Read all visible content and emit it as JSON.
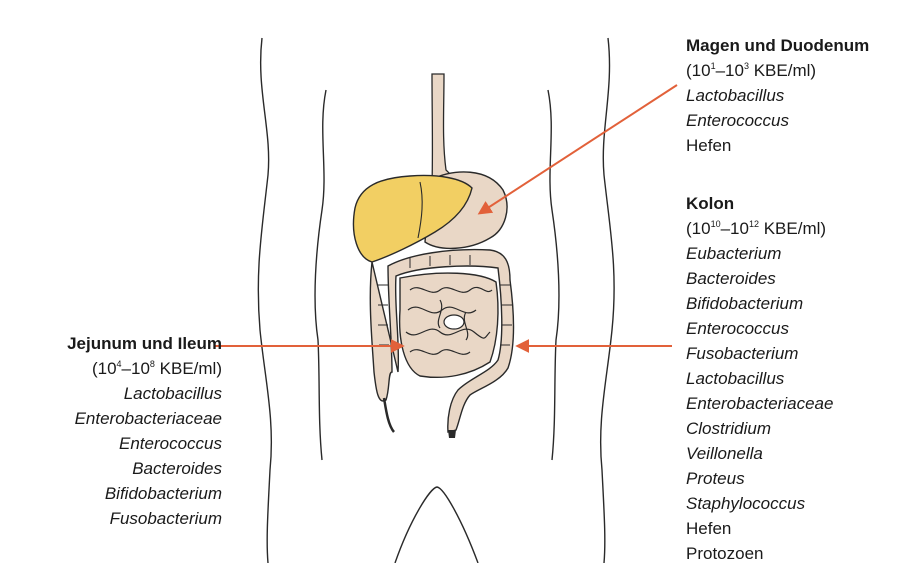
{
  "regions": {
    "magen": {
      "title": "Magen und Duodenum",
      "count_prefix": "(10",
      "count_exp1": "1",
      "count_mid": "–10",
      "count_exp2": "3",
      "count_suffix": " KBE/ml)",
      "taxa": [
        {
          "name": "Lactobacillus",
          "italic": true
        },
        {
          "name": "Enterococcus",
          "italic": true
        },
        {
          "name": "Hefen",
          "italic": false
        }
      ]
    },
    "kolon": {
      "title": "Kolon",
      "count_prefix": "(10",
      "count_exp1": "10",
      "count_mid": "–10",
      "count_exp2": "12",
      "count_suffix": " KBE/ml)",
      "taxa": [
        {
          "name": "Eubacterium",
          "italic": true
        },
        {
          "name": "Bacteroides",
          "italic": true
        },
        {
          "name": "Bifidobacterium",
          "italic": true
        },
        {
          "name": "Enterococcus",
          "italic": true
        },
        {
          "name": "Fusobacterium",
          "italic": true
        },
        {
          "name": "Lactobacillus",
          "italic": true
        },
        {
          "name": "Enterobacteriaceae",
          "italic": true
        },
        {
          "name": "Clostridium",
          "italic": true
        },
        {
          "name": "Veillonella",
          "italic": true
        },
        {
          "name": "Proteus",
          "italic": true
        },
        {
          "name": "Staphylococcus",
          "italic": true
        },
        {
          "name": "Hefen",
          "italic": false
        },
        {
          "name": "Protozoen",
          "italic": false
        }
      ]
    },
    "jejunum": {
      "title": "Jejunum und Ileum",
      "count_prefix": "(10",
      "count_exp1": "4",
      "count_mid": "–10",
      "count_exp2": "8",
      "count_suffix": " KBE/ml)",
      "taxa": [
        {
          "name": "Lactobacillus",
          "italic": true
        },
        {
          "name": "Enterobacteriaceae",
          "italic": true
        },
        {
          "name": "Enterococcus",
          "italic": true
        },
        {
          "name": "Bacteroides",
          "italic": true
        },
        {
          "name": "Bifidobacterium",
          "italic": true
        },
        {
          "name": "Fusobacterium",
          "italic": true
        }
      ]
    }
  },
  "colors": {
    "arrow": "#e2613a",
    "liver": "#f2cf63",
    "organ": "#e9d7c6",
    "outline": "#2a2a2a"
  }
}
